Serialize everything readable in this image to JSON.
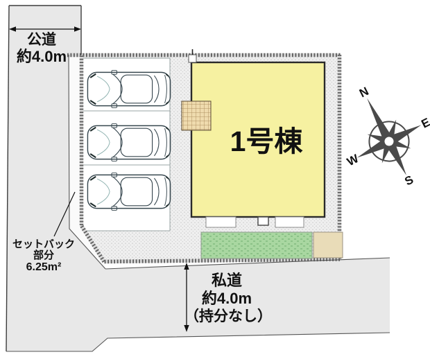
{
  "diagram": {
    "public_road": {
      "name": "公道",
      "width": "約4.0m"
    },
    "private_road": {
      "name": "私道",
      "width": "約4.0m",
      "note": "（持分なし）"
    },
    "setback": {
      "label_line1": "セットバック",
      "label_line2": "部分",
      "area": "6.25m²"
    },
    "building": {
      "label": "1号棟"
    },
    "compass": {
      "north": "N",
      "east": "E",
      "south": "S",
      "west": "W"
    },
    "parking": {
      "car_count": 3
    }
  },
  "colors": {
    "road_gray": "#e8e8e8",
    "plot_stipple": "#efefef",
    "setback_strip": "#fafafa",
    "building_yellow": "#f6f1a1",
    "lawn_green": "#a9d7a1",
    "terrace_tan": "#e9dcb8",
    "porch_grid": "#efdbae",
    "car_body": "#d9edec",
    "compass_gray": "#4a4a4a",
    "outline": "#3c3c3c"
  }
}
